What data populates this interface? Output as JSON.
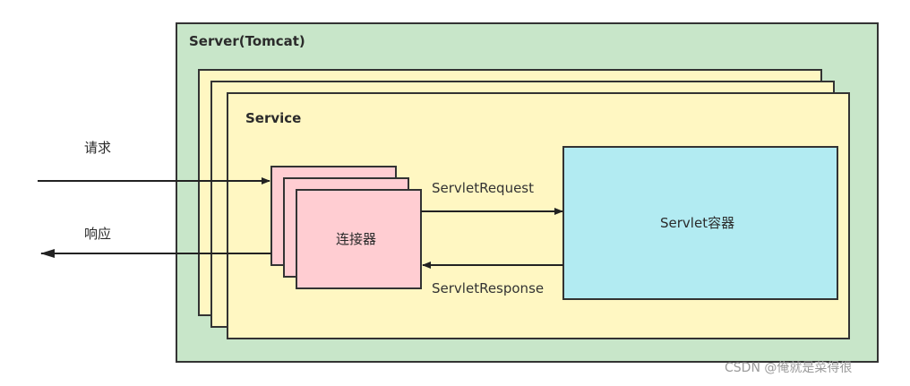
{
  "server": {
    "label": "Server(Tomcat)"
  },
  "service": {
    "label": "Service"
  },
  "connector": {
    "label": "连接器"
  },
  "container": {
    "label": "Servlet容器"
  },
  "edges": {
    "request_in": "请求",
    "response_out": "响应",
    "servlet_request": "ServletRequest",
    "servlet_response": "ServletResponse"
  },
  "watermark": "CSDN @俺就是菜得很",
  "colors": {
    "server_fill": "#c8e6c9",
    "service_fill": "#fff7c2",
    "connector_fill": "#ffcdd2",
    "container_fill": "#b2ebf2",
    "stroke": "#222222"
  }
}
